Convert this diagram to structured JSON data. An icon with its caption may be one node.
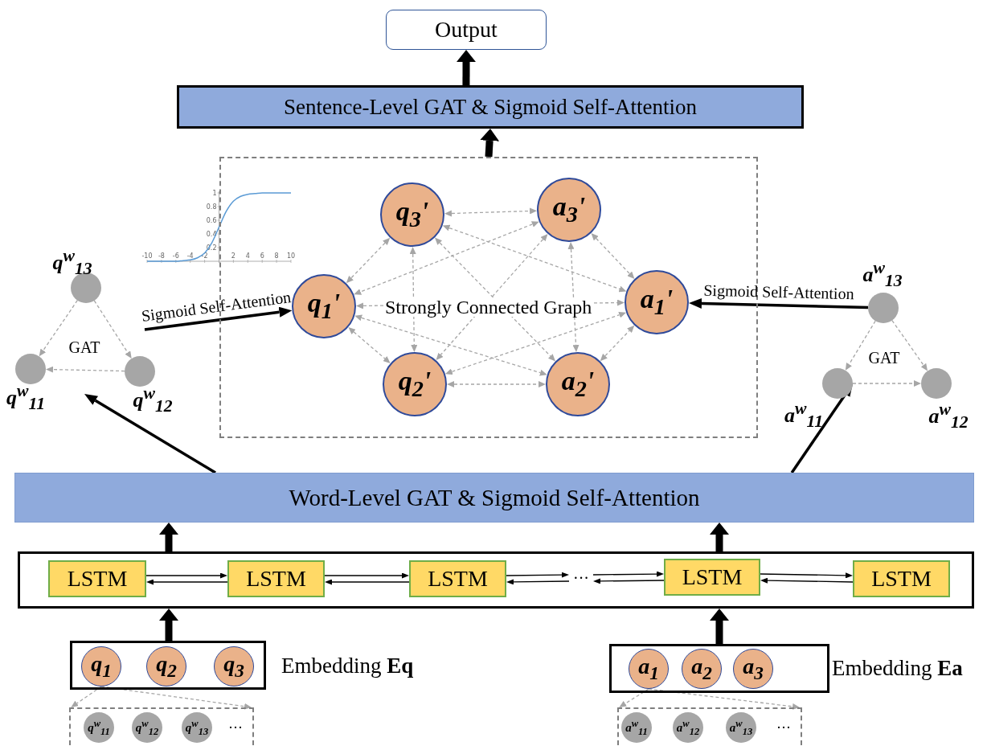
{
  "diagram": {
    "nodes": [
      {
        "text": [
          "Output"
        ]
      },
      {
        "text": [
          "Sentence-Level GAT & Sigmoid Self-Attention"
        ]
      },
      {
        "text": [
          "Strongly Connected Graph"
        ]
      },
      {
        "text": [
          "q$_{3}$'"
        ],
        "in": 2
      },
      {
        "text": [
          "a$_{3}$'"
        ],
        "in": 2
      },
      {
        "text": [
          "q$_{1}$'"
        ],
        "in": 2
      },
      {
        "text": [
          "a$_{1}$'"
        ],
        "in": 2
      },
      {
        "text": [
          "q$_{2}$'"
        ],
        "in": 2
      },
      {
        "text": [
          "a$_{2}$'"
        ],
        "in": 2
      },
      {
        "text": [
          "q$^{w}$$_{13}$"
        ]
      },
      {
        "text": [
          "q$^{w}$$_{11}$"
        ]
      },
      {
        "text": [
          "q$^{w}$$_{12}$"
        ]
      },
      {
        "text": [
          "a$^{w}$$_{13}$"
        ]
      },
      {
        "text": [
          "a$^{w}$$_{11}$"
        ]
      },
      {
        "text": [
          "a$^{w}$$_{12}$"
        ]
      },
      {
        "text": [
          "Word-Level GAT & Sigmoid Self-Attention"
        ]
      },
      {
        "text": [],
        "shape": "box"
      },
      {
        "text": [
          "LSTM"
        ],
        "in": 16
      },
      {
        "text": [
          "LSTM"
        ],
        "in": 16
      },
      {
        "text": [
          "LSTM"
        ],
        "in": 16
      },
      {
        "text": [
          "···"
        ],
        "in": 16
      },
      {
        "text": [
          "LSTM"
        ],
        "in": 16
      },
      {
        "text": [
          "LSTM"
        ],
        "in": 16
      },
      {
        "text": [],
        "shape": "box",
        "beside": [
          "Embedding **Eq**"
        ]
      },
      {
        "text": [
          "q$_{1}$"
        ],
        "in": 23
      },
      {
        "text": [
          "q$_{2}$"
        ],
        "in": 23
      },
      {
        "text": [
          "q$_{3}$"
        ],
        "in": 23
      },
      {
        "text": [],
        "shape": "box"
      },
      {
        "text": [
          "q$^{w}$$_{11}$"
        ],
        "in": 27
      },
      {
        "text": [
          "q$^{w}$$_{12}$"
        ],
        "in": 27
      },
      {
        "text": [
          "q$^{w}$$_{13}$"
        ],
        "in": 27
      },
      {
        "text": [],
        "shape": "box",
        "beside": [
          "Embedding **Ea**"
        ]
      },
      {
        "text": [
          "a$_{1}$"
        ],
        "in": 31
      },
      {
        "text": [
          "a$_{2}$"
        ],
        "in": 31
      },
      {
        "text": [
          "a$_{3}$"
        ],
        "in": 31
      },
      {
        "text": [],
        "shape": "box"
      },
      {
        "text": [
          "a$^{w}$$_{11}$"
        ],
        "in": 35
      },
      {
        "text": [
          "a$^{w}$$_{12}$"
        ],
        "in": 35
      },
      {
        "text": [
          "a$^{w}$$_{13}$"
        ],
        "in": 35
      }
    ],
    "edges": [
      {
        "from": 1,
        "to": 0,
        "arrow": "to",
        "style": "thick",
        "color": "#000000"
      },
      {
        "from": 2,
        "to": 1,
        "arrow": "to",
        "style": "thick",
        "color": "#000000"
      },
      {
        "from": 3,
        "to": 4,
        "arrow": "both",
        "style": "dashed"
      },
      {
        "from": 3,
        "to": 5,
        "arrow": "both",
        "style": "dashed"
      },
      {
        "from": 3,
        "to": 7,
        "arrow": "both",
        "style": "dashed"
      },
      {
        "from": 3,
        "to": 8,
        "arrow": "both",
        "style": "dashed"
      },
      {
        "from": 3,
        "to": 6,
        "arrow": "both",
        "style": "dashed"
      },
      {
        "from": 4,
        "to": 5,
        "arrow": "both",
        "style": "dashed"
      },
      {
        "from": 4,
        "to": 7,
        "arrow": "both",
        "style": "dashed"
      },
      {
        "from": 4,
        "to": 8,
        "arrow": "both",
        "style": "dashed"
      },
      {
        "from": 4,
        "to": 6,
        "arrow": "both",
        "style": "dashed"
      },
      {
        "from": 5,
        "to": 6,
        "arrow": "both",
        "style": "dashed"
      },
      {
        "from": 5,
        "to": 7,
        "arrow": "both",
        "style": "dashed"
      },
      {
        "from": 5,
        "to": 8,
        "arrow": "both",
        "style": "dashed"
      },
      {
        "from": 7,
        "to": 8,
        "arrow": "both",
        "style": "dashed"
      },
      {
        "from": 7,
        "to": 6,
        "arrow": "both",
        "style": "dashed"
      },
      {
        "from": 8,
        "to": 6,
        "arrow": "both",
        "style": "dashed"
      },
      {
        "from": 9,
        "to": 10,
        "arrow": "to",
        "style": "dashed"
      },
      {
        "from": 9,
        "to": 11,
        "arrow": "to",
        "style": "dashed"
      },
      {
        "from": 11,
        "to": 10,
        "arrow": "to",
        "style": "dashed"
      },
      {
        "from": 12,
        "to": 13,
        "arrow": "to",
        "style": "dashed"
      },
      {
        "from": 12,
        "to": 14,
        "arrow": "to",
        "style": "dashed"
      },
      {
        "from": 13,
        "to": 14,
        "arrow": "to",
        "style": "dashed"
      },
      {
        "from": 15,
        "to": null,
        "arrow": "to",
        "style": "thick",
        "color": "#000000"
      },
      {
        "from": 15,
        "to": 13,
        "arrow": "to",
        "style": "thick",
        "color": "#000000"
      },
      {
        "from": null,
        "to": 5,
        "arrow": "to",
        "style": "thick",
        "color": "#000000",
        "label": "Sigmoid Self-Attention"
      },
      {
        "from": 12,
        "to": 6,
        "arrow": "to",
        "style": "thick",
        "color": "#000000",
        "label": "Sigmoid Self-Attention"
      },
      {
        "from": 16,
        "to": 15,
        "arrow": "to",
        "style": "thick",
        "color": "#000000"
      },
      {
        "from": 16,
        "to": 15,
        "arrow": "to",
        "style": "thick",
        "color": "#000000"
      },
      {
        "from": 23,
        "to": 16,
        "arrow": "to",
        "style": "thick",
        "color": "#000000"
      },
      {
        "from": 31,
        "to": 16,
        "arrow": "to",
        "style": "thick",
        "color": "#000000"
      },
      {
        "from": 17,
        "to": 18,
        "arrow": "to",
        "color": "#000000"
      },
      {
        "from": 18,
        "to": 17,
        "arrow": "to",
        "color": "#000000"
      },
      {
        "from": 18,
        "to": 19,
        "arrow": "to",
        "color": "#000000"
      },
      {
        "from": 19,
        "to": 18,
        "arrow": "to",
        "color": "#000000"
      },
      {
        "from": 19,
        "to": 20,
        "arrow": "to",
        "color": "#000000"
      },
      {
        "from": 20,
        "to": 19,
        "arrow": "to",
        "color": "#000000"
      },
      {
        "from": 20,
        "to": 21,
        "arrow": "to",
        "color": "#000000"
      },
      {
        "from": 21,
        "to": 20,
        "arrow": "to",
        "color": "#000000"
      },
      {
        "from": 21,
        "to": 22,
        "arrow": "to",
        "color": "#000000"
      },
      {
        "from": 22,
        "to": 21,
        "arrow": "to",
        "color": "#000000"
      },
      {
        "from": 24,
        "to": 27,
        "arrow": "to",
        "style": "dashed"
      },
      {
        "from": 24,
        "to": 27,
        "arrow": "to",
        "style": "dashed"
      },
      {
        "from": 32,
        "to": 35,
        "arrow": "to",
        "style": "dashed"
      },
      {
        "from": 32,
        "to": 35,
        "arrow": "to",
        "style": "dashed"
      }
    ],
    "labels": [
      "GAT",
      "GAT",
      "···",
      "···"
    ],
    "chart_data": {
      "type": "line",
      "x": [
        -10,
        -9,
        -8,
        -7,
        -6,
        -5,
        -4,
        -3,
        -2,
        -1,
        0,
        1,
        2,
        3,
        4,
        5,
        6,
        7,
        8,
        9,
        10
      ],
      "series": [
        {
          "color": "#5b9bd5",
          "values": [
            0.0,
            0.0,
            0.0,
            0.0,
            0.0,
            0.01,
            0.02,
            0.05,
            0.12,
            0.27,
            0.5,
            0.73,
            0.88,
            0.95,
            0.98,
            0.99,
            1.0,
            1.0,
            1.0,
            1.0,
            1.0
          ]
        }
      ],
      "xlim": [
        -10,
        10
      ],
      "ylim": [
        0,
        1
      ],
      "xticks": [
        -10,
        -8,
        -6,
        -4,
        -2,
        2,
        4,
        6,
        8,
        10
      ],
      "yticks": [
        0.2,
        0.4,
        0.6,
        0.8,
        1
      ]
    }
  }
}
